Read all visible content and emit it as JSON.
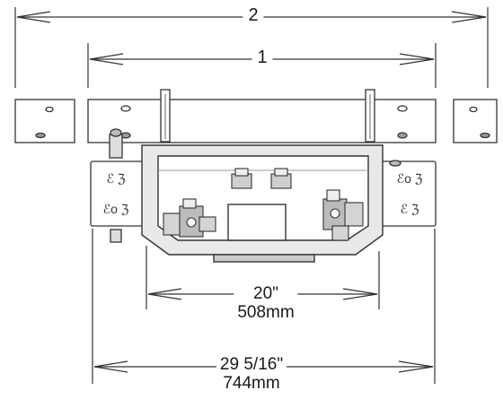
{
  "dimensions": {
    "overall_label": "2",
    "inner_label": "1",
    "gap_imperial": "20\"",
    "gap_metric": "508mm",
    "width_imperial": "29 5/16\"",
    "width_metric": "744mm"
  },
  "colors": {
    "line": "#333333",
    "fill": "#ffffff",
    "shade": "#bdbdbd"
  }
}
